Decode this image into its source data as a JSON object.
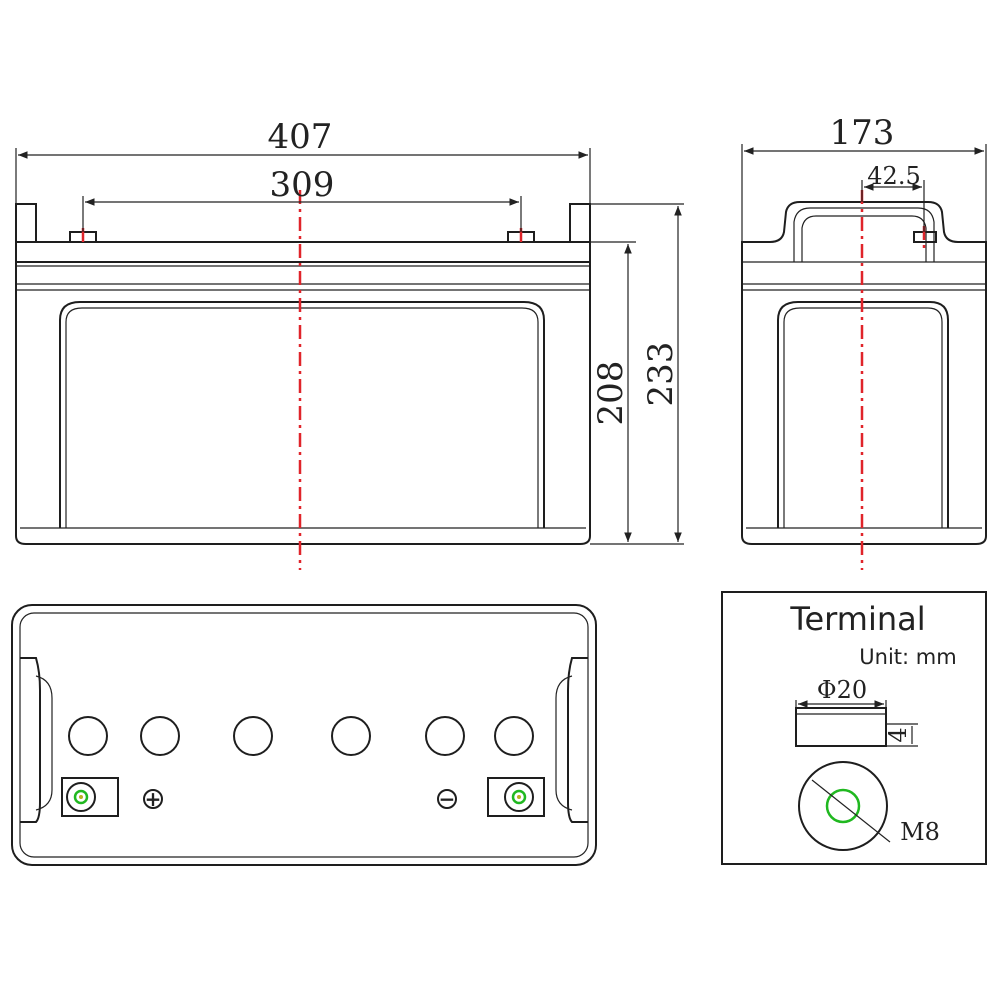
{
  "dimensions": {
    "overall_length": "407",
    "terminal_spacing": "309",
    "width": "173",
    "terminal_offset": "42.5",
    "case_height": "208",
    "total_height": "233"
  },
  "terminal_detail": {
    "title": "Terminal",
    "unit": "Unit: mm",
    "diameter": "Φ20",
    "thickness": "4",
    "thread": "M8"
  },
  "polarity": {
    "positive": "+",
    "negative": "−"
  },
  "colors": {
    "centerline": "#e0242a",
    "terminal_ring": "#20b820",
    "line": "#1e1e1e"
  }
}
